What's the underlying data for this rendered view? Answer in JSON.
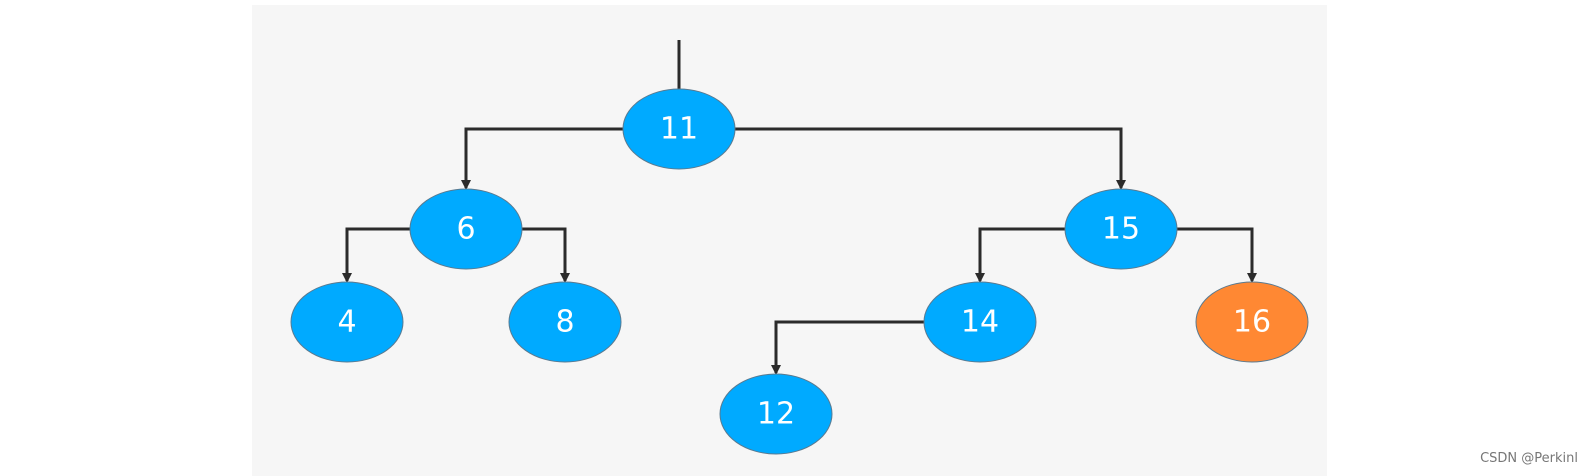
{
  "diagram": {
    "type": "binary-search-tree",
    "colors": {
      "node": "#00aaff",
      "highlight": "#ff8833",
      "edge": "#2b2b2b",
      "background": "#f6f6f6"
    },
    "nodes": [
      {
        "id": "n11",
        "label": "11",
        "highlight": false
      },
      {
        "id": "n6",
        "label": "6",
        "highlight": false
      },
      {
        "id": "n15",
        "label": "15",
        "highlight": false
      },
      {
        "id": "n4",
        "label": "4",
        "highlight": false
      },
      {
        "id": "n8",
        "label": "8",
        "highlight": false
      },
      {
        "id": "n14",
        "label": "14",
        "highlight": false
      },
      {
        "id": "n16",
        "label": "16",
        "highlight": true
      },
      {
        "id": "n12",
        "label": "12",
        "highlight": false
      }
    ],
    "edges": [
      {
        "from": "n11",
        "to": "n6"
      },
      {
        "from": "n11",
        "to": "n15"
      },
      {
        "from": "n6",
        "to": "n4"
      },
      {
        "from": "n6",
        "to": "n8"
      },
      {
        "from": "n15",
        "to": "n14"
      },
      {
        "from": "n15",
        "to": "n16"
      },
      {
        "from": "n14",
        "to": "n12"
      }
    ]
  },
  "watermark": "CSDN @Perkinl"
}
